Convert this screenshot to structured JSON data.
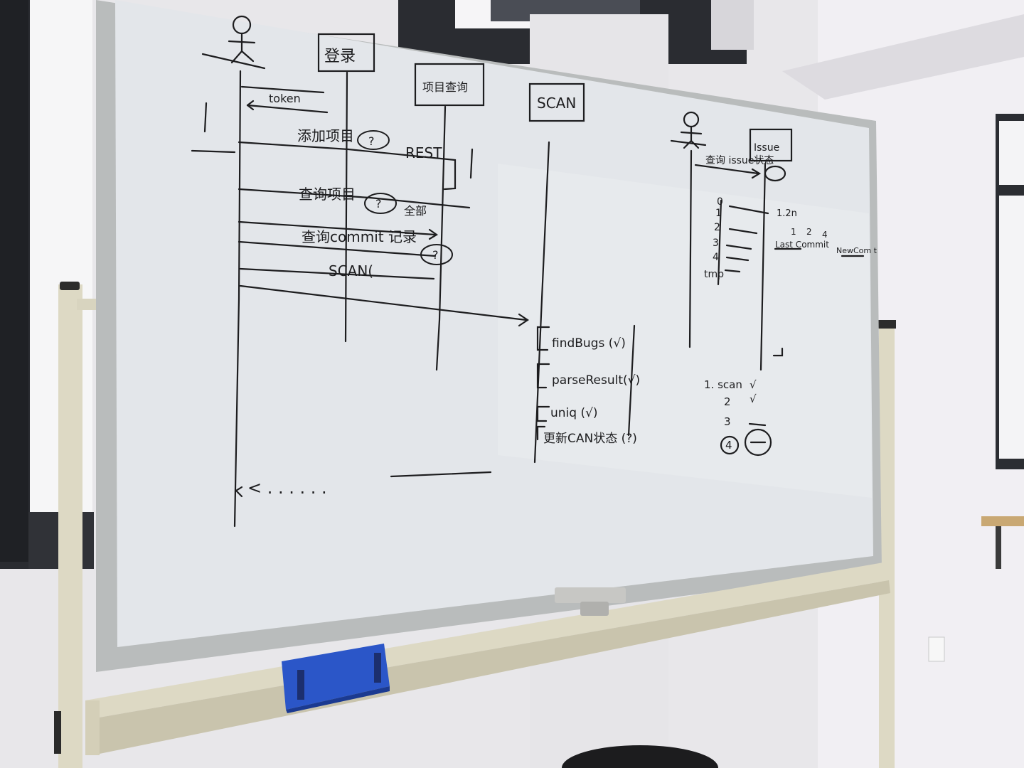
{
  "colors": {
    "wall": "#e8e7ea",
    "wall_right": "#f1eff3",
    "board_surface": "#e3e6ea",
    "board_frame": "#b9bcbc",
    "stand": "#ddd9c4",
    "stand_shadow": "#b8b39c",
    "marker_ink": "#1d1d1f",
    "eraser_blue": "#2b56c8",
    "window_frame": "#2a2c31",
    "window_glass": "#f7f7f8"
  },
  "icons": {
    "actor_left": "stick-figure-icon",
    "actor_right": "stick-figure-icon",
    "eraser": "whiteboard-eraser"
  },
  "board": {
    "lifeline_headers": {
      "login": "登录",
      "project_query": "项目查询",
      "scan": "SCAN",
      "issue": "Issue"
    },
    "left_messages": {
      "token": "token",
      "add_project": "添加项目",
      "add_project_mark": "?",
      "rest": "REST",
      "query_projects": "查询项目",
      "query_projects_mark": "?",
      "query_projects_tail": "全部",
      "query_commit": "查询commit 记录",
      "query_commit_mark": "?",
      "scan_call": "SCAN("
    },
    "scan_steps": [
      "findBugs (√)",
      "parseResult(√)",
      "uniq (√)",
      "更新CAN状态 (?)"
    ],
    "issue_side": {
      "message": "查询 issue状态",
      "counts": [
        "0",
        "1",
        "2",
        "3",
        "4",
        "tmp"
      ],
      "annotation": "1.2n",
      "annotation_circles": [
        "1",
        "2",
        "4"
      ],
      "last_commit": "Last Commit",
      "new_commit": "NewCom t",
      "bottom_list": [
        "1. scan",
        "2",
        "3",
        "4"
      ],
      "bottom_marks": [
        "√",
        "√",
        "—",
        "—"
      ]
    },
    "return_dots": "< . . . . . ."
  }
}
